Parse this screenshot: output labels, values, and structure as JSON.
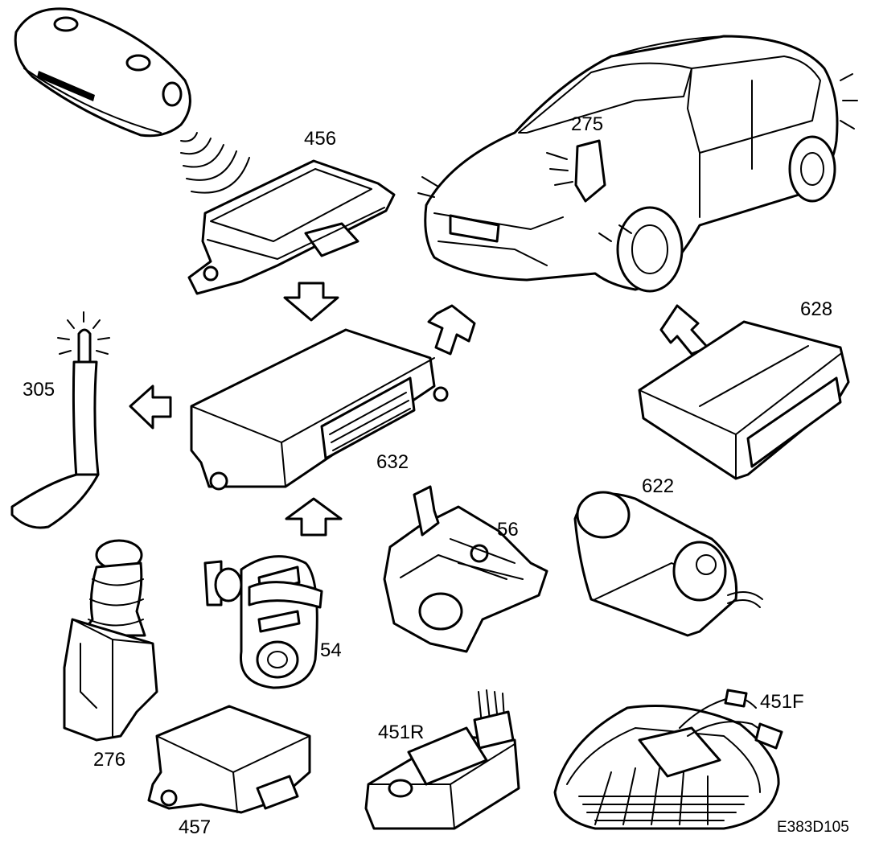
{
  "labels": {
    "key_fob": "",
    "remote_receiver": "456",
    "alarm_sensor": "275",
    "warning_lamp": "305",
    "central_control_unit": "632",
    "module_628": "628",
    "actuator_622": "622",
    "lock_56": "56",
    "door_switch": "54",
    "tilt_sensor": "276",
    "module_457": "457",
    "rear_light_unit": "451R",
    "front_light_unit": "451F"
  },
  "reference": "E383D105"
}
